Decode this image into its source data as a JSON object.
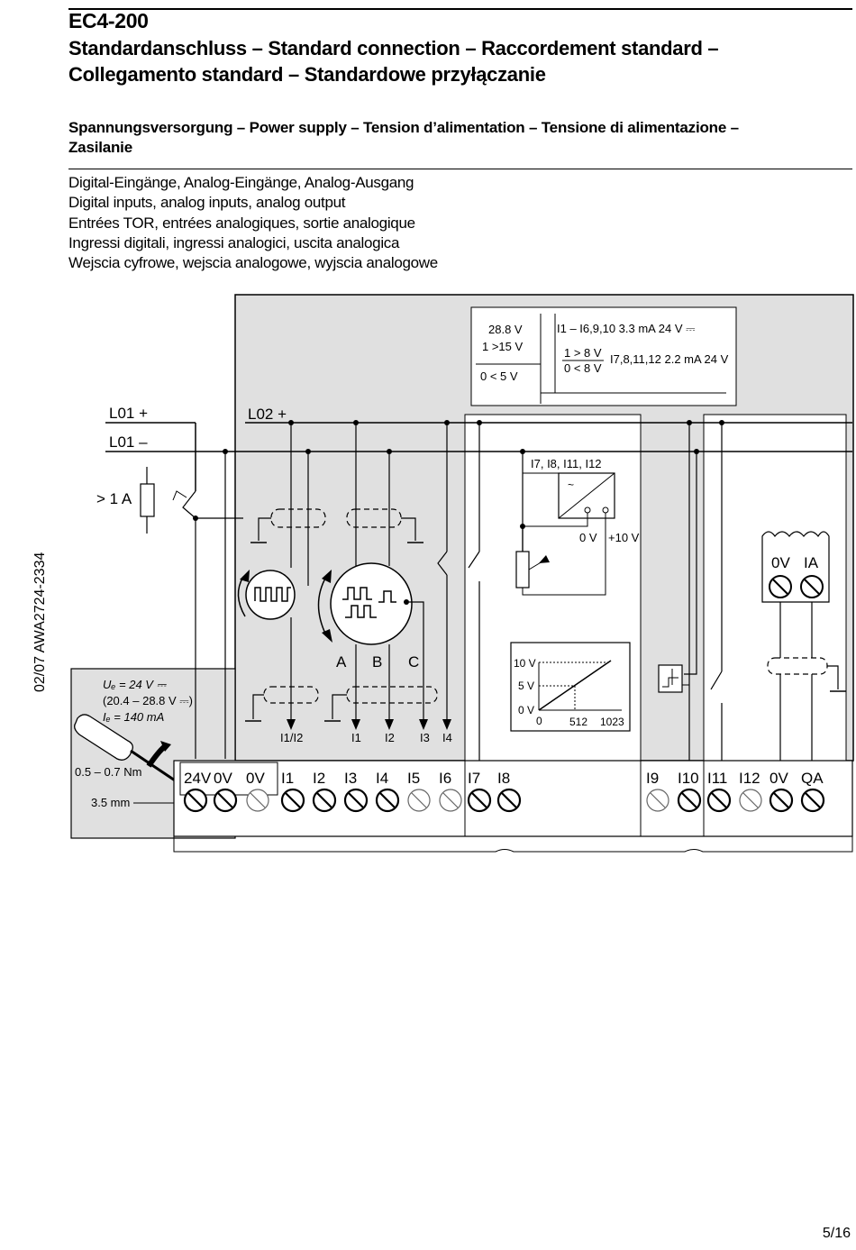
{
  "header": {
    "model": "EC4-200",
    "title_line1": "Standardanschluss – Standard connection – Raccordement standard –",
    "title_line2": "Collegamento standard – Standardowe przyłączanie"
  },
  "section": {
    "heading_line1": "Spannungsversorgung – Power supply – Tension d’alimentation – Tensione di alimentazione –",
    "heading_line2": "Zasilanie"
  },
  "description": [
    "Digital-Eingänge, Analog-Eingänge, Analog-Ausgang",
    "Digital inputs, analog inputs, analog output",
    "Entrées TOR, entrées analogiques, sortie analogique",
    "Ingressi digitali, ingressi analogici, uscita analogica",
    "Wejscia cyfrowe, wejscia analogowe, wyjscia analogowe"
  ],
  "diagram": {
    "spec_box": {
      "v_high": "28.8 V",
      "one_gt": "1 >15 V",
      "zero_lt": "0 < 5 V",
      "inputs_a": "I1 – I6,9,10  3.3 mA 24 V ⎓",
      "one_gt8": "1 > 8 V",
      "zero_lt8": "0 < 8 V",
      "inputs_b": "I7,8,11,12  2.2 mA 24 V"
    },
    "rails": {
      "l01_plus": "L01 +",
      "l01_minus": "L01 –",
      "l02_plus": "L02 +"
    },
    "fuse": "> 1 A",
    "analog_inputs_label": "I7, I8, I11, I12",
    "tilde": "~",
    "ov_label": "0 V",
    "plus10v_label": "+10 V",
    "encoder_abc": [
      "A",
      "B",
      "C"
    ],
    "input_arrows": [
      "I1/I2",
      "I1",
      "I2",
      "I3",
      "I4"
    ],
    "graph": {
      "y10": "10 V",
      "y5": "5 V",
      "y0": "0 V",
      "x0": "0",
      "x512": "512",
      "x1023": "1023"
    },
    "supply_box": {
      "ue": "Uₑ = 24 V ⎓",
      "range": "(20.4 – 28.8 V ⎓)",
      "ie": "Iₑ = 140 mA",
      "torque": "0.5 – 0.7 Nm",
      "screwdriver": "3.5 mm"
    },
    "aout_terms": [
      "0V",
      "IA"
    ],
    "terminals_left": [
      "24V",
      "0V",
      "0V",
      "I1",
      "I2",
      "I3",
      "I4",
      "I5",
      "I6",
      "I7",
      "I8"
    ],
    "terminals_right": [
      "I9",
      "I10",
      "I11",
      "I12",
      "0V",
      "QA"
    ]
  },
  "footer": {
    "side_code": "02/07 AWA2724-2334",
    "page": "5/16"
  }
}
